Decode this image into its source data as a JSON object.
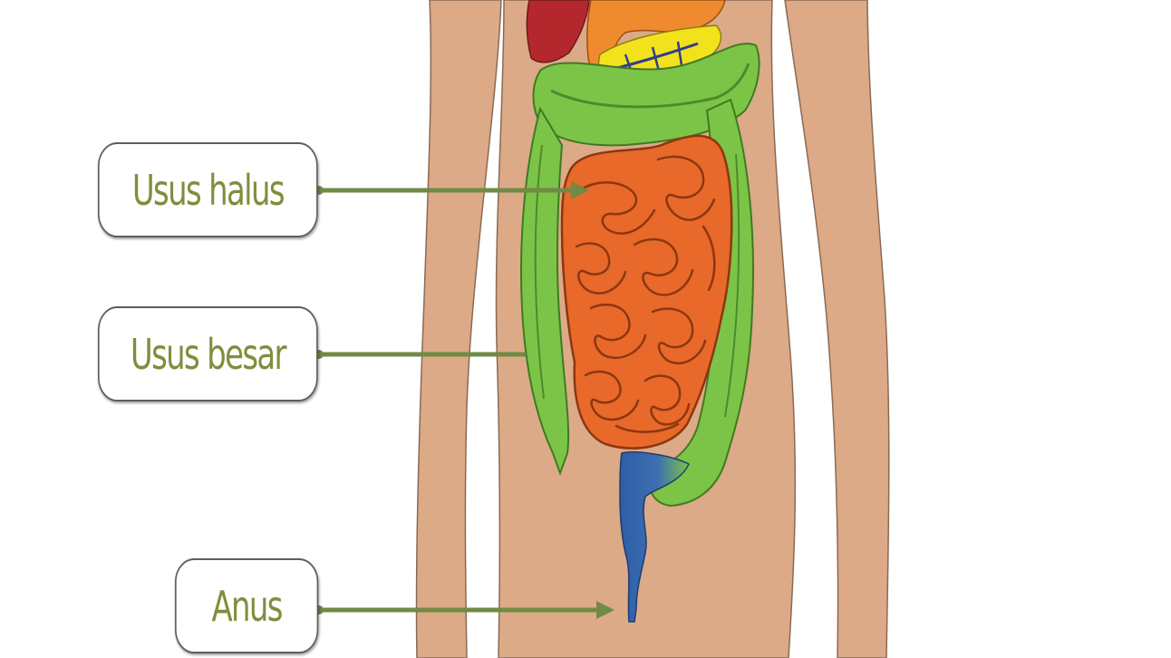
{
  "labels": {
    "small_intestine": "Usus halus",
    "large_intestine": "Usus besar",
    "anus": "Anus"
  },
  "colors": {
    "skin": "#dcaa87",
    "skin_outline": "#8a6a55",
    "large_intestine": "#7cc447",
    "small_intestine": "#e8692a",
    "rectum": "#2f5ea8",
    "liver": "#b4282d",
    "stomach": "#f08a2e",
    "pancreas": "#f2e21c",
    "pointer": "#718a45",
    "label_text": "#7e8f3c"
  }
}
